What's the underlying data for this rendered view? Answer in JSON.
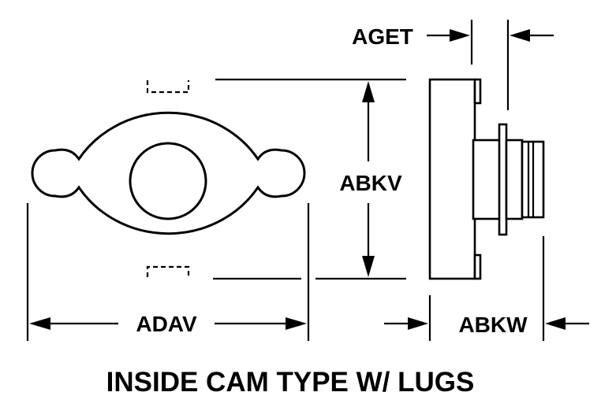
{
  "diagram": {
    "dimensions": {
      "aget": "AGET",
      "abkv": "ABKV",
      "adav": "ADAV",
      "abkw": "ABKW"
    },
    "caption": "INSIDE CAM TYPE W/ LUGS",
    "colors": {
      "ink": "#000000",
      "paper": "#ffffff"
    }
  }
}
